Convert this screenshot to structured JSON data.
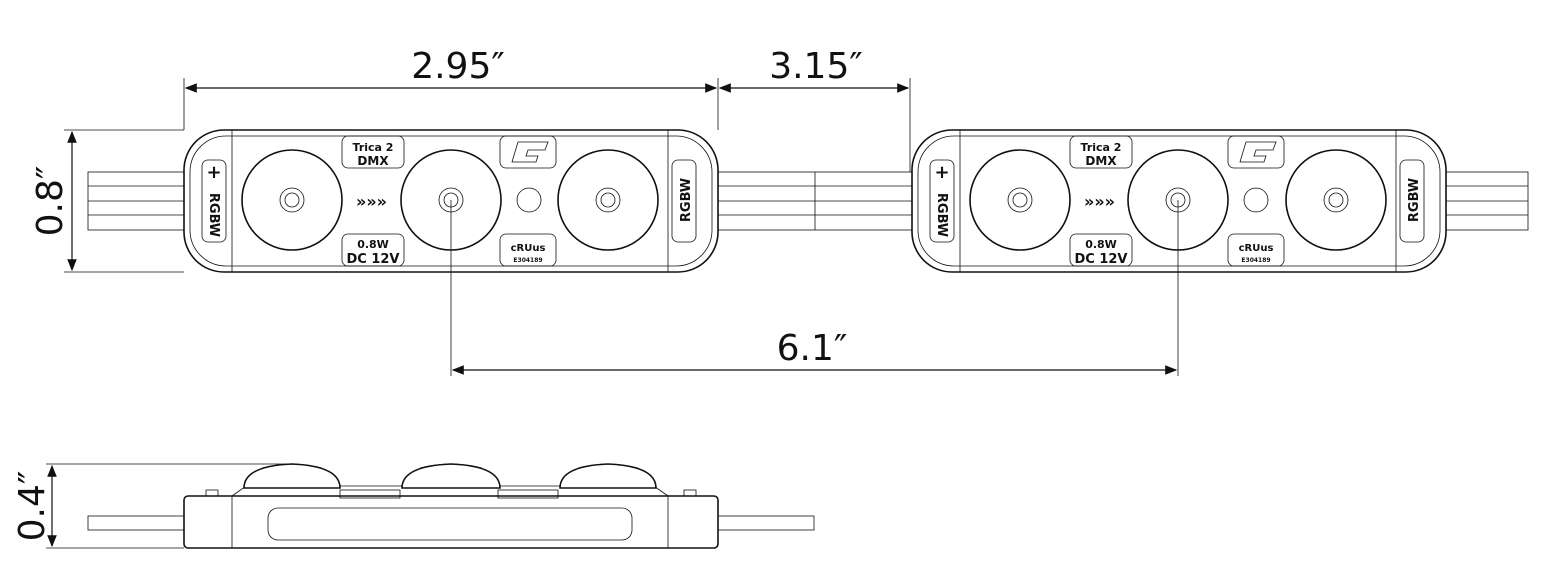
{
  "dimensions": {
    "module_length": "2.95″",
    "module_spacing": "3.15″",
    "lens_pitch": "6.1″",
    "module_width": "0.8″",
    "module_height": "0.4″"
  },
  "module_labels": {
    "series": "Trica 2",
    "control": "DMX",
    "power": "0.8W",
    "voltage": "DC 12V",
    "color": "RGBW",
    "polarity": "+",
    "cert_mark": "cRUus",
    "cert_number": "E304189"
  }
}
